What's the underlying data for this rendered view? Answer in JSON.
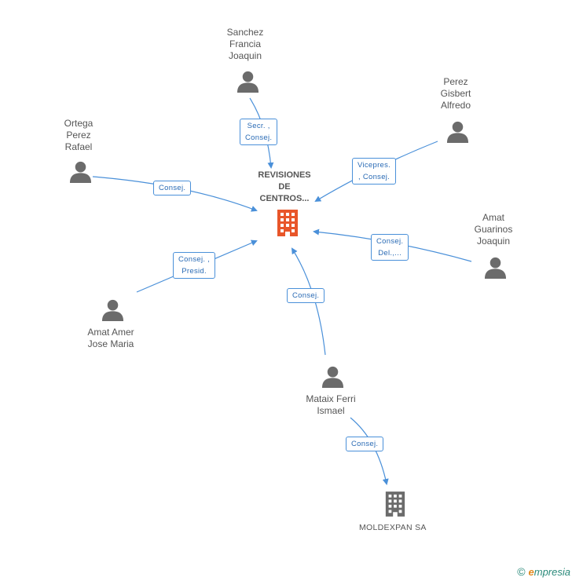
{
  "colors": {
    "edge": "#4a90d9",
    "person": "#6b6b6b",
    "center_company": "#e8562a",
    "company": "#6b6b6b"
  },
  "center": {
    "label": "REVISIONES\nDE\nCENTROS..."
  },
  "people": [
    {
      "name": "Sanchez\nFrancia\nJoaquin",
      "role": "Secr. ,\nConsej."
    },
    {
      "name": "Perez\nGisbert\nAlfredo",
      "role": "Vicepres.\n, Consej."
    },
    {
      "name": "Ortega\nPerez\nRafael",
      "role": "Consej."
    },
    {
      "name": "Amat\nGuarinos\nJoaquin",
      "role": "Consej.\nDel.,..."
    },
    {
      "name": "Amat Amer\nJose Maria",
      "role": "Consej. ,\nPresid."
    },
    {
      "name": "Mataix Ferri\nIsmael",
      "role": "Consej."
    }
  ],
  "other_company": {
    "label": "MOLDEXPAN SA",
    "role": "Consej."
  },
  "brand": {
    "copyright": "©",
    "e": "e",
    "rest": "mpresia"
  }
}
